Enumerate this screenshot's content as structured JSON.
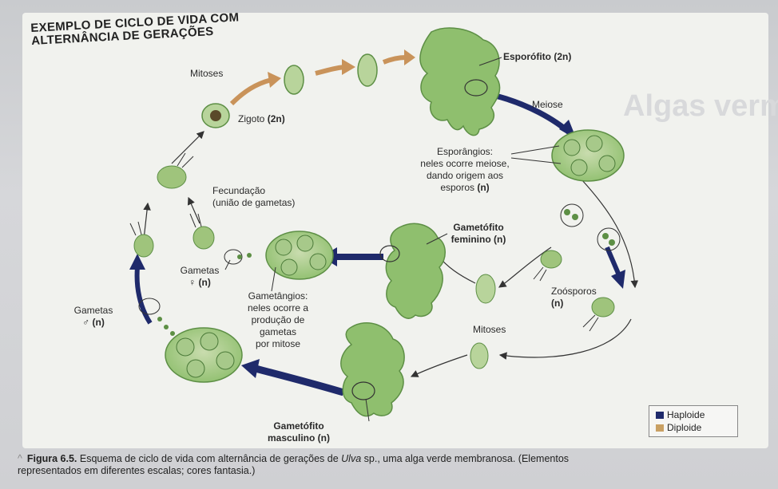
{
  "title_line1": "EXEMPLO DE CICLO DE VIDA COM",
  "title_line2": "ALTERNÂNCIA DE GERAÇÕES",
  "background_text": "Algas verme",
  "labels": {
    "esporofito": "Esporófito",
    "esporofito_ploidy": "(2n)",
    "meiose": "Meiose",
    "mitoses_top": "Mitoses",
    "zigoto": "Zigoto",
    "zigoto_ploidy": "(2n)",
    "esporangios_1": "Esporângios:",
    "esporangios_2": "neles ocorre meiose,",
    "esporangios_3": "dando origem aos",
    "esporangios_4": "esporos",
    "esporangios_ploidy": "(n)",
    "fecundacao_1": "Fecundação",
    "fecundacao_2": "(união de gametas)",
    "gametofito_fem_1": "Gametófito",
    "gametofito_fem_2": "feminino (n)",
    "gametas_fem": "Gametas",
    "gametas_fem_sym": "♀",
    "gametas_fem_ploidy": "(n)",
    "gametangios_1": "Gametângios:",
    "gametangios_2": "neles ocorre a",
    "gametangios_3": "produção de",
    "gametangios_4": "gametas",
    "gametangios_5": "por mitose",
    "zoosporos": "Zoósporos",
    "zoosporos_ploidy": "(n)",
    "mitoses_bottom": "Mitoses",
    "gametas_masc": "Gametas",
    "gametas_masc_sym": "♂",
    "gametas_masc_ploidy": "(n)",
    "gametofito_masc_1": "Gametófito",
    "gametofito_masc_2": "masculino (n)"
  },
  "legend": {
    "haploide": "Haploide",
    "diploide": "Diploide",
    "haploide_color": "#1f2a6b",
    "diploide_color": "#c9a063"
  },
  "caption": {
    "prefix": "Figura 6.5.",
    "text1": " Esquema de ciclo de vida com alternância de gerações de ",
    "italic": "Ulva",
    "text2": " sp., uma alga verde membranosa. (Elementos",
    "line2": "representados em diferentes escalas; cores fantasia.)"
  },
  "colors": {
    "thallus": "#8fbf6e",
    "thallus_dark": "#5d8f45",
    "haploid_arrow": "#1f2a6b",
    "diploid_arrow": "#c9935a",
    "outline": "#3a3a3a"
  }
}
